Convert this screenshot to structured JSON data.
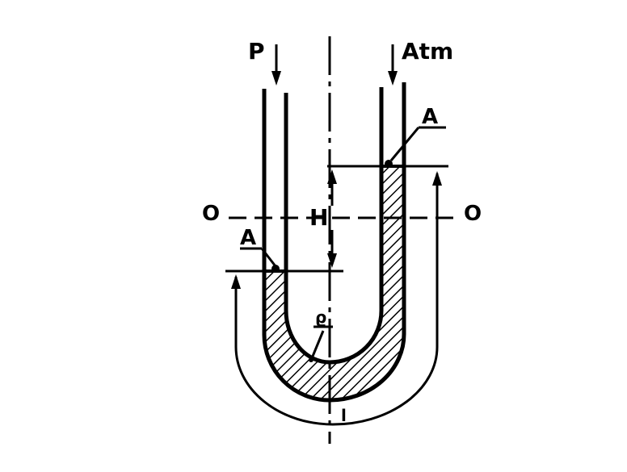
{
  "labels": {
    "pressure_in": "P",
    "atmosphere": "Atm",
    "interface_top": "A",
    "interface_bottom": "A",
    "datum_left": "O",
    "datum_right": "O",
    "height": "H",
    "density": "ϱ",
    "length": "l"
  },
  "colors": {
    "ink": "#000000",
    "paper": "#ffffff"
  }
}
